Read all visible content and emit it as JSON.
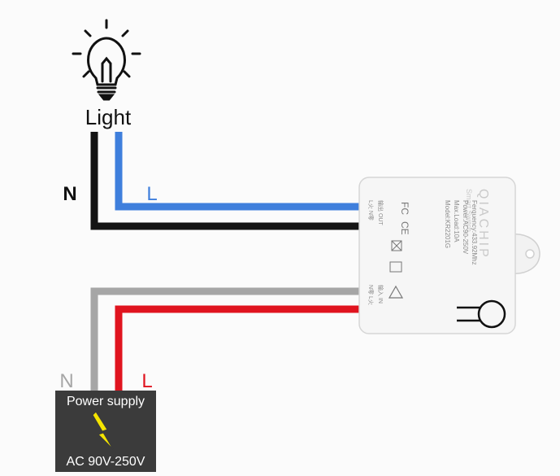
{
  "light": {
    "label": "Light",
    "icon": "light-bulb-icon"
  },
  "top_wires": {
    "n_label": "N",
    "l_label": "L"
  },
  "bottom_wires": {
    "n_label": "N",
    "l_label": "L",
    "l_color": "#e0141f",
    "n_color": "#a6a6a6"
  },
  "wire_colors": {
    "top_l": "#3f7fdc",
    "top_n": "#141414"
  },
  "power_supply": {
    "title": "Power supply",
    "range": "AC 90V-250V",
    "icon": "lightning-icon",
    "bg_color": "#3b3b3b",
    "bolt_color": "#f4e400"
  },
  "switch_module": {
    "brand": "QIACHIP",
    "subtitle": "Smart Switch",
    "specs": [
      "Model:KR2201G",
      "Max.Load:10A",
      "Power:AC90-250V",
      "Ferquency:433.92Mhz"
    ],
    "output_label": "输出 OUT",
    "output_terminals": "L火   N零",
    "input_label": "输入 IN",
    "input_terminals": "N零   L火"
  }
}
